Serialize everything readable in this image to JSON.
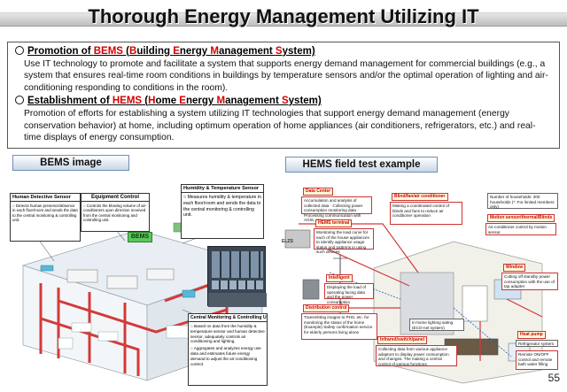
{
  "slide": {
    "title": "Thorough Energy Management Utilizing IT",
    "page_number": "55"
  },
  "bems": {
    "heading_prefix": "Promotion of ",
    "heading_acronym": "BEMS",
    "heading_open": " (",
    "heading_B": "B",
    "heading_uilding": "uilding ",
    "heading_E": "E",
    "heading_nergy": "nergy ",
    "heading_M": "M",
    "heading_anagement": "anagement ",
    "heading_S": "S",
    "heading_ystem": "ystem)",
    "body": "Use IT technology to promote and facilitate a system that supports energy demand management for commercial buildings (e.g., a system that ensures real-time room conditions in buildings by temperature sensors and/or the optimal operation of lighting and air-conditioning responding to conditions in the room)."
  },
  "hems": {
    "heading_prefix": "Establishment of ",
    "heading_acronym": "HEMS",
    "heading_open": " (",
    "heading_H": "H",
    "heading_ome": "ome ",
    "heading_E": "E",
    "heading_nergy": "nergy ",
    "heading_M": "M",
    "heading_anagement": "anagement ",
    "heading_S": "S",
    "heading_ystem": "ystem)",
    "body": "Promotion of efforts for establishing a system utilizing IT technologies that support energy demand management (energy conservation behavior) at home, including optimum operation of home appliances (air conditioners, refrigerators, etc.) and real-time displays of energy consumption."
  },
  "bems_image": {
    "label": "BEMS image",
    "human_sensor": {
      "title": "Human Detective Sensor",
      "text": "○ Detects human presence/absence in each floor/room and sends the data to the central monitoring & controlling unit."
    },
    "equipment_control": {
      "title": "Equipment Control",
      "text": "○ Controls the blowing volume of air-conditioners upon direction received from the central monitoring and controlling unit."
    },
    "humidity_sensor": {
      "title": "Humidity & Temperature Sensor",
      "text": "○ Measures humidity & temperature in each floor/room and sends the data to the central monitoring & controlling unit."
    },
    "central_unit": {
      "title": "Central Monitoring & Controlling Unit",
      "text1": "○ Based on data from the humidity & temperature sensor and human detective sensor, adequately controls air conditioning and lighting.",
      "text2": "○ Aggregates and analyzes energy use data and estimates future energy demand to adjust the air-conditioning control."
    },
    "badge": "BEMS"
  },
  "hems_image": {
    "label": "HEMS field test example",
    "data_center": "Data Center",
    "data_center_text": "Accumulation and analysis of collected data · Collecting power consumption monitoring data · Processing communication with AGIS, etc.",
    "blind": "Blind/fan/air conditioner",
    "blind_text": "Making a coordinated control of blinds and fans to reduce air conditioner operation",
    "households": "Number of households: 300 households (*: For limited members only)",
    "hems_terminal": "HEMS terminal",
    "hems_terminal_text": "Monitoring the load curve for each of the house appliances to identify appliance usage status and patterns in using such devices",
    "motion": "Motion sensor/thermal/Blinds",
    "ac_control": "Air-conditioner control by motion sensor",
    "window": "Window",
    "window_text": "Cutting off standby power consumption with the use of tap adapter",
    "intelligent": "Intelligent",
    "intelligent_text": "Displaying the load of operating facing data and the power consumption",
    "elderly": "Distribution control",
    "elderly_text": "Transmitting images to PHS, etc. for monitoring the status of the home (Example) Safety confirmation service for elderly persons living alone",
    "lighting": "In-home lighting sating (ECO-net system)",
    "ir_tap": "Infrared/switch/panel",
    "ir_tap_text": "Collecting data from various appliance adaptors to display power consumption and changes. The making a central control of various functions.",
    "hot_pump": "Heat pump",
    "hot_pump_sub": "Refrigerator system",
    "remote": "Remote ON/OFF control and remote bath water filling",
    "el_label": "ELZS"
  },
  "colors": {
    "accent_red": "#d40000",
    "label_gradient_bottom": "#c8d6e8",
    "pipe_red": "#d33a3a"
  }
}
